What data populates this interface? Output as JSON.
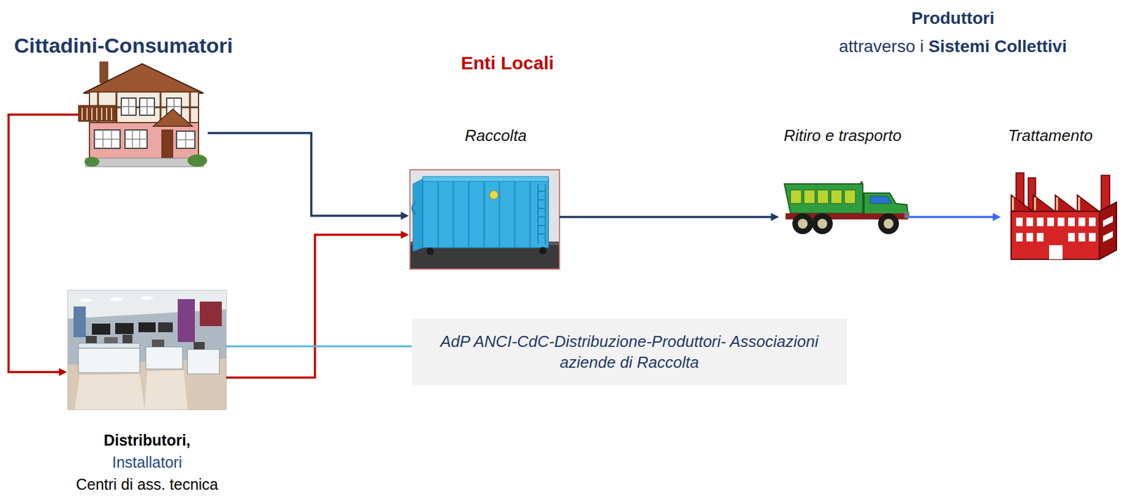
{
  "diagram": {
    "nodes": [
      {
        "text": [
          "Cittadini-Consumatori"
        ]
      },
      {
        "text": [
          "Raccolta"
        ]
      },
      {
        "text": [
          "Ritiro e trasporto"
        ]
      },
      {
        "text": [
          "Trattamento"
        ]
      },
      {
        "text": [
          "Distributori,",
          "Installatori",
          "Centri di ass. tecnica"
        ]
      },
      {
        "text": [
          "AdP ANCI-CdC-Distribuzione-Produttori- Associazioni aziende di Raccolta"
        ]
      }
    ],
    "edges": [
      {
        "from": 0,
        "to": 1,
        "arrow": "to"
      },
      {
        "from": 0,
        "to": 4,
        "arrow": "to"
      },
      {
        "from": 4,
        "to": 1,
        "arrow": "to"
      },
      {
        "from": 1,
        "to": 2,
        "arrow": "to"
      },
      {
        "from": 2,
        "to": 3,
        "arrow": "to"
      },
      {
        "from": 4,
        "to": 5,
        "arrow": "none"
      }
    ],
    "labels": [
      "Enti Locali",
      "Produttori",
      "attraverso i",
      "Sistemi Collettivi"
    ]
  }
}
